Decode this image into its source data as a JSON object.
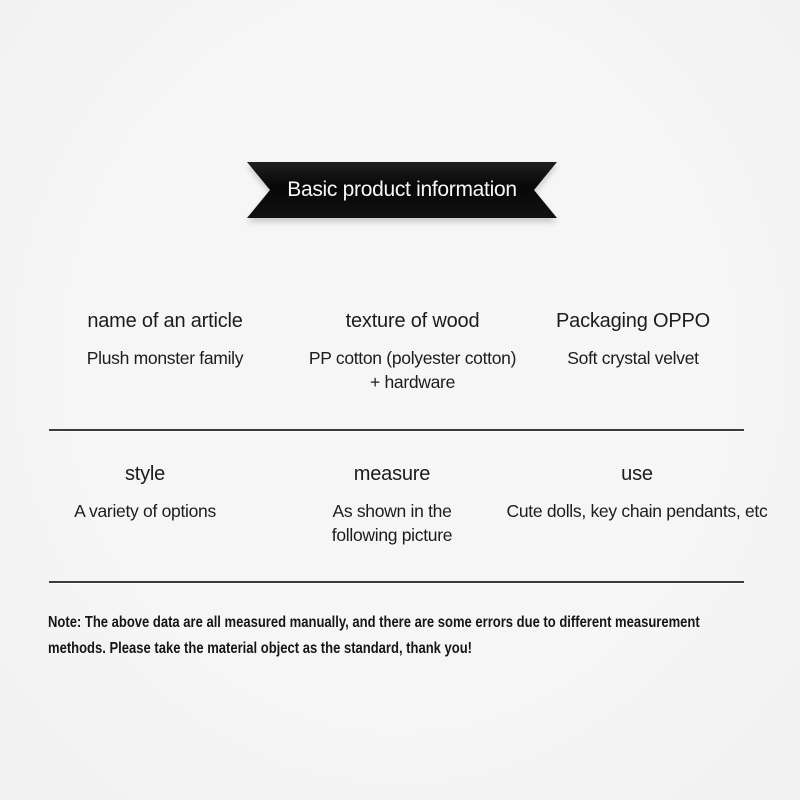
{
  "banner": {
    "title": "Basic product information"
  },
  "specs": {
    "rows": [
      {
        "cells": [
          {
            "label": "name of an article",
            "value": "Plush monster family"
          },
          {
            "label": "texture of wood",
            "value": "PP cotton (polyester cotton)\n+ hardware"
          },
          {
            "label": "Packaging OPPO",
            "value": "Soft crystal velvet"
          }
        ]
      },
      {
        "cells": [
          {
            "label": "style",
            "value": "A variety of options"
          },
          {
            "label": "measure",
            "value": "As shown in the\nfollowing picture"
          },
          {
            "label": "use",
            "value": "Cute dolls, key chain pendants, etc"
          }
        ]
      }
    ]
  },
  "note": {
    "line1": "Note: The above data are all measured manually, and there are some errors due to different measurement",
    "line2": "methods. Please take the material object as the standard, thank you!"
  },
  "colors": {
    "background": "#f5f5f5",
    "ribbon": "#0d0d0d",
    "ribbon_text": "#f7f7f7",
    "text": "#1c1c1c",
    "divider": "#3b3b3b"
  }
}
